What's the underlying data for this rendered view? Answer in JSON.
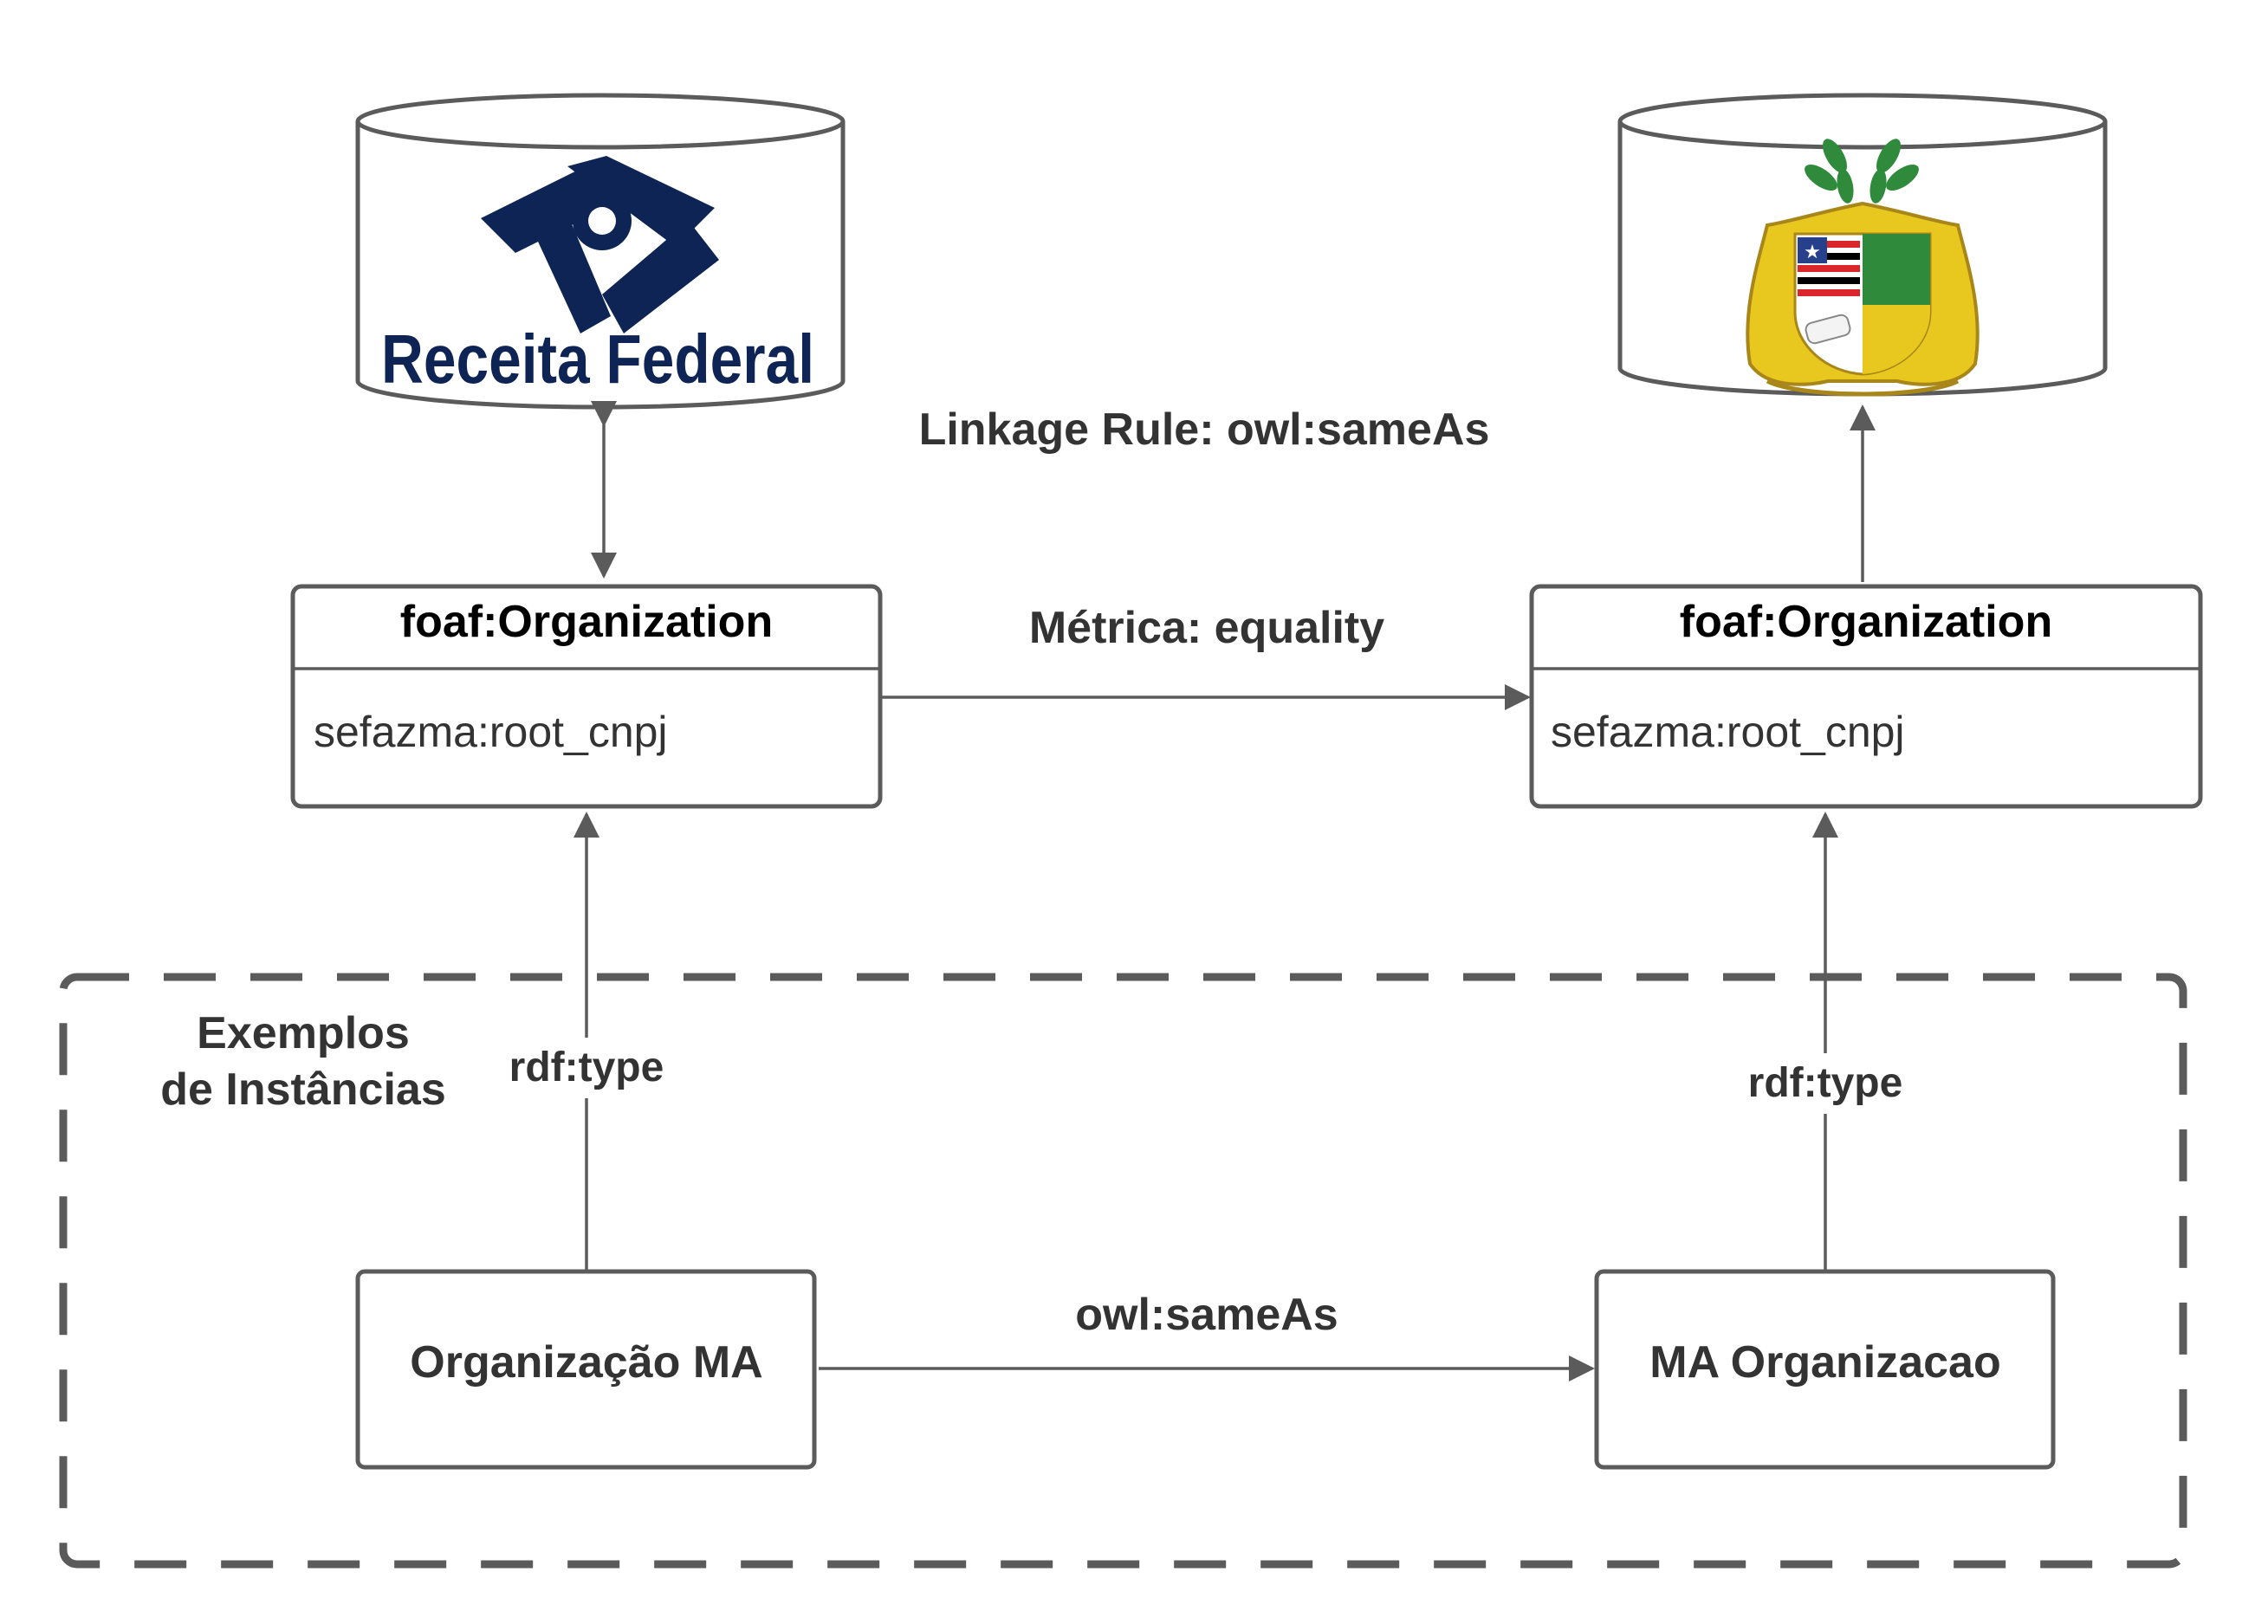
{
  "databases": {
    "left": {
      "logo_text": "Receita Federal",
      "logo_color": "#0d2454"
    },
    "right": {
      "emblem": "maranhao-state-coat-of-arms",
      "colors": {
        "gold": "#e8c81e",
        "green": "#2f8a3c",
        "red": "#d9262b",
        "blue": "#27408b"
      }
    }
  },
  "linkage_rule": "Linkage Rule: owl:sameAs",
  "metric": "Métrica: equality",
  "classes": {
    "left": {
      "title": "foaf:Organization",
      "property": "sefazma:root_cnpj"
    },
    "right": {
      "title": "foaf:Organization",
      "property": "sefazma:root_cnpj"
    }
  },
  "instances_group": {
    "label_line1": "Exemplos",
    "label_line2": "de Instâncias"
  },
  "edges": {
    "left_type": "rdf:type",
    "right_type": "rdf:type",
    "same_as": "owl:sameAs"
  },
  "instances": {
    "left": "Organização MA",
    "right": "MA Organizacao"
  },
  "colors": {
    "stroke": "#5b5b5b",
    "text": "#333333"
  }
}
